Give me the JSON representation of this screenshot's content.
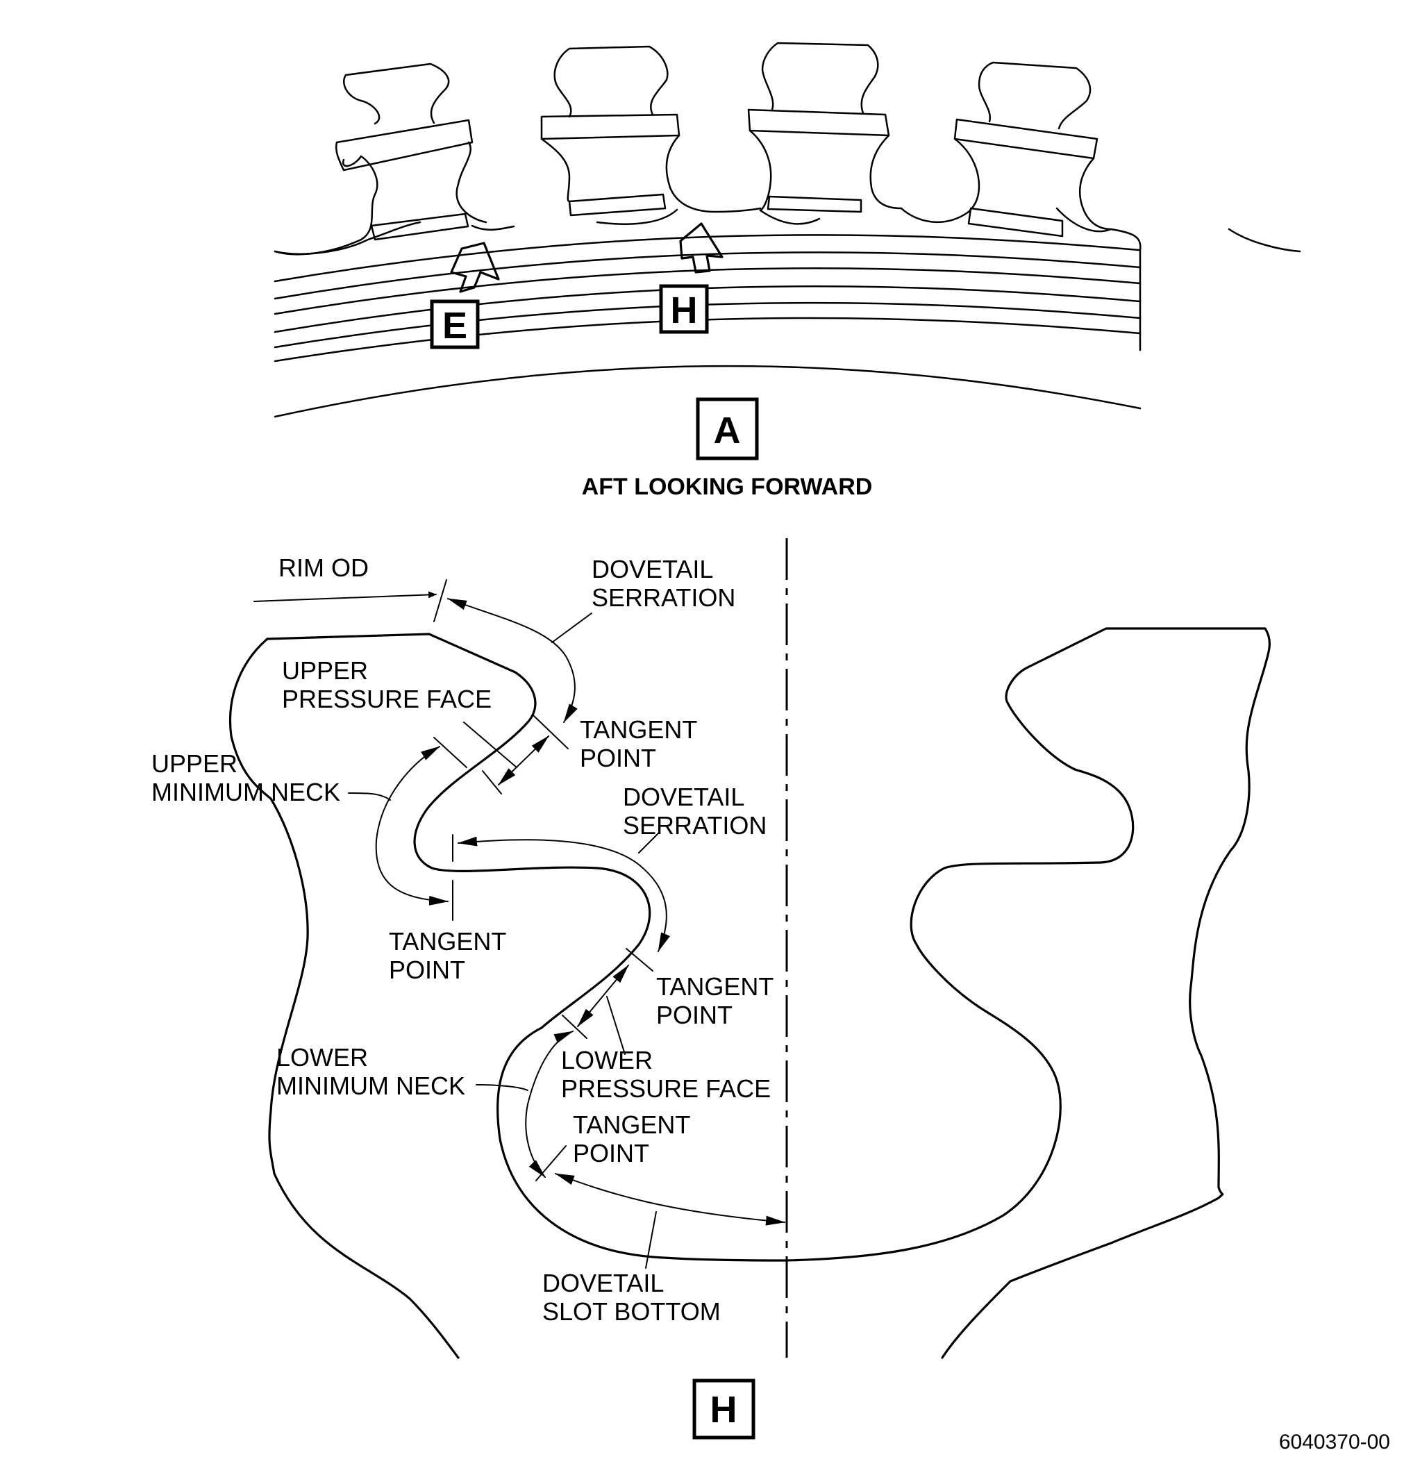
{
  "view_a": {
    "detail_marker": "A",
    "caption": "AFT LOOKING FORWARD",
    "callouts": [
      "E",
      "H"
    ]
  },
  "detail_h": {
    "marker": "H",
    "labels": {
      "rim_od": "RIM OD",
      "dovetail_serration_1": [
        "DOVETAIL",
        "SERRATION"
      ],
      "upper_pressure_face": [
        "UPPER",
        "PRESSURE FACE"
      ],
      "tangent_point_1": [
        "TANGENT",
        "POINT"
      ],
      "upper_minimum_neck": [
        "UPPER",
        "MINIMUM NECK"
      ],
      "dovetail_serration_2": [
        "DOVETAIL",
        "SERRATION"
      ],
      "tangent_point_2": [
        "TANGENT",
        "POINT"
      ],
      "tangent_point_3": [
        "TANGENT",
        "POINT"
      ],
      "lower_minimum_neck": [
        "LOWER",
        "MINIMUM NECK"
      ],
      "lower_pressure_face": [
        "LOWER",
        "PRESSURE FACE"
      ],
      "tangent_point_4": [
        "TANGENT",
        "POINT"
      ],
      "dovetail_slot_bottom": [
        "DOVETAIL",
        "SLOT BOTTOM"
      ]
    }
  },
  "figure_id": "6040370-00"
}
